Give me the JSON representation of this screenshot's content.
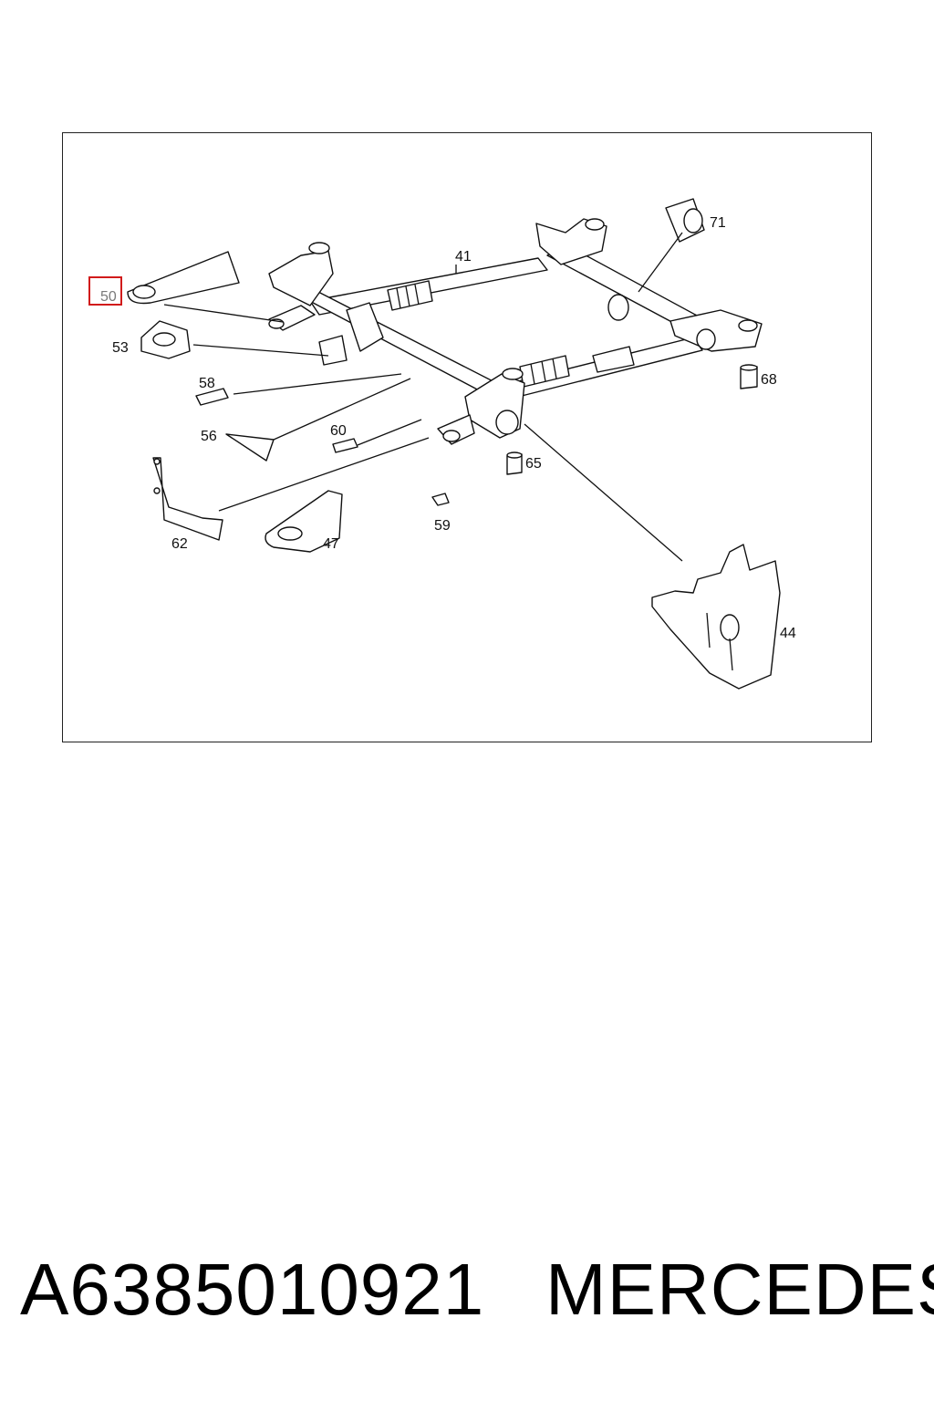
{
  "diagram": {
    "callouts": {
      "c41": "41",
      "c71": "71",
      "c50": "50",
      "c53": "53",
      "c58": "58",
      "c68": "68",
      "c56": "56",
      "c60": "60",
      "c65": "65",
      "c59": "59",
      "c62": "62",
      "c47": "47",
      "c44": "44"
    },
    "highlighted_callout": "50",
    "highlight_color": "#d11b1b"
  },
  "footer": {
    "part_number": "A6385010921",
    "brand": "MERCEDES"
  }
}
